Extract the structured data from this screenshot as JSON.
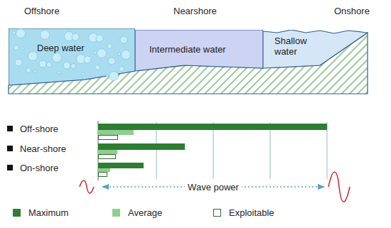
{
  "diagram": {
    "nodes": [
      {
        "text": [
          "Deep water"
        ]
      },
      {
        "text": [
          "Intermediate water"
        ]
      },
      {
        "text": [
          "Shallow water"
        ]
      }
    ],
    "labels": [
      "Offshore",
      "Nearshore",
      "Onshore",
      "Off-shore",
      "Near-shore",
      "On-shore",
      "Wave power"
    ],
    "legend": [
      {
        "text": "Maximum",
        "color": "#2e7d32"
      },
      {
        "text": "Average",
        "color": "#8fce8f"
      },
      {
        "text": "Exploitable",
        "color": "#ffffff"
      }
    ]
  }
}
